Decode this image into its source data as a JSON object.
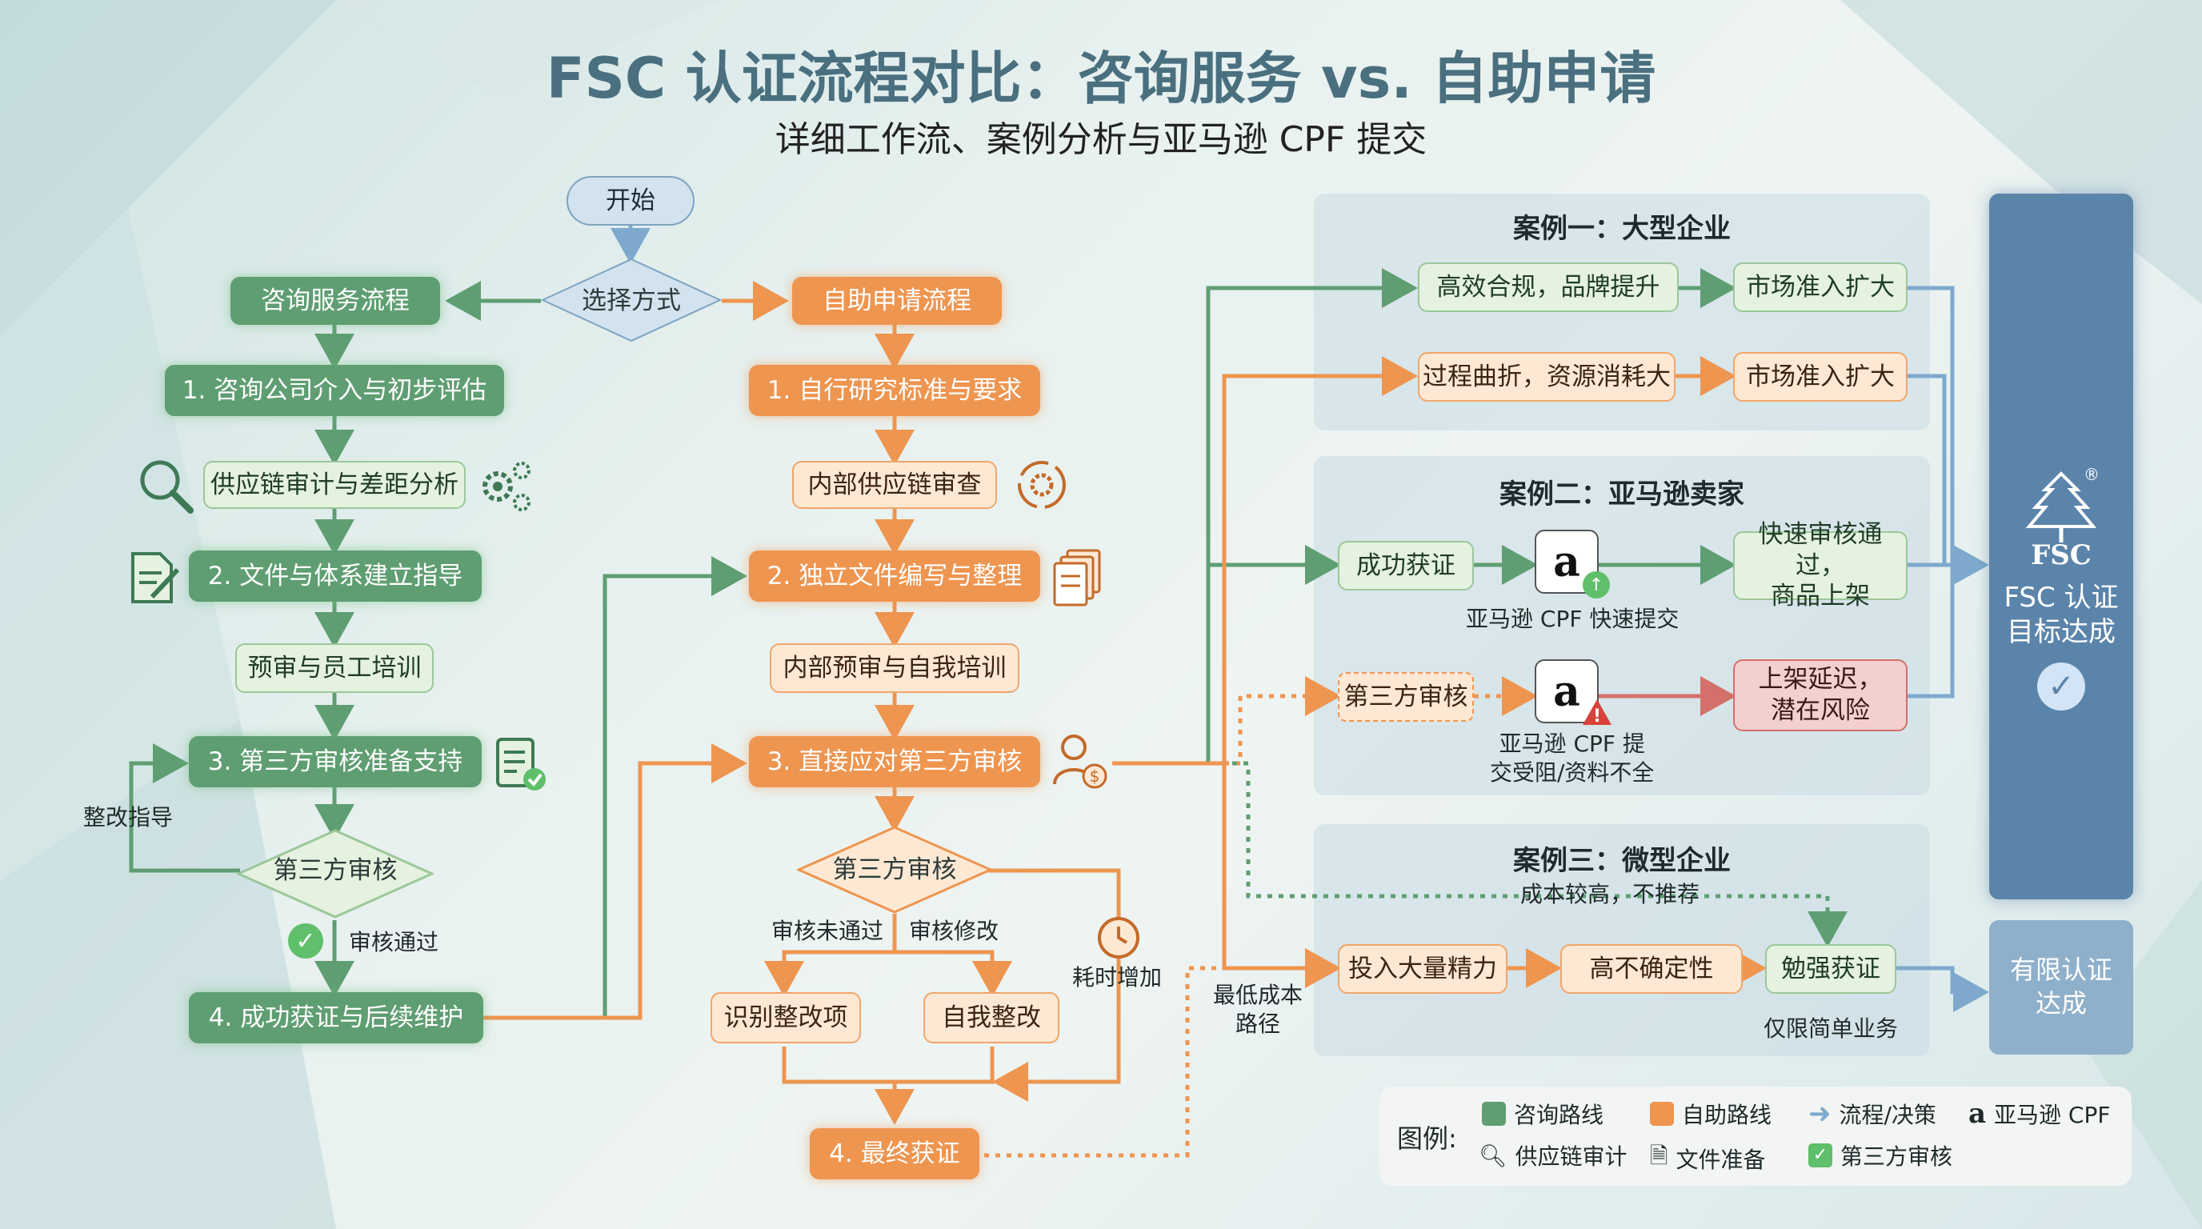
{
  "title": "FSC 认证流程对比：咨询服务 vs. 自助申请",
  "subtitle": "详细工作流、案例分析与亚马逊 CPF 提交",
  "start": "开始",
  "decision": "选择方式",
  "consult": {
    "header": "咨询服务流程",
    "step1": "1. 咨询公司介入与初步评估",
    "sub1": "供应链审计与差距分析",
    "step2": "2. 文件与体系建立指导",
    "sub2": "预审与员工培训",
    "step3": "3. 第三方审核准备支持",
    "audit": "第三方审核",
    "rework": "整改指导",
    "pass": "审核通过",
    "step4": "4. 成功获证与后续维护"
  },
  "self": {
    "header": "自助申请流程",
    "step1": "1. 自行研究标准与要求",
    "sub1": "内部供应链审查",
    "step2": "2. 独立文件编写与整理",
    "sub2": "内部预审与自我培训",
    "step3": "3. 直接应对第三方审核",
    "audit": "第三方审核",
    "fail": "审核未通过",
    "modify": "审核修改",
    "identify": "识别整改项",
    "selffix": "自我整改",
    "time": "耗时增加",
    "final": "4. 最终获证",
    "lowcost": "最低成本\n路径"
  },
  "case1": {
    "title": "案例一：大型企业",
    "a1": "高效合规，品牌提升",
    "a2": "市场准入扩大",
    "b1": "过程曲折，资源消耗大",
    "b2": "市场准入扩大"
  },
  "case2": {
    "title": "案例二：亚马逊卖家",
    "a1": "成功获证",
    "amz_a": "亚马逊 CPF 快速提交",
    "a2": "快速审核通过，\n商品上架",
    "b1": "第三方审核",
    "amz_b": "亚马逊 CPF 提\n交受阻/资料不全",
    "b2": "上架延迟，\n潜在风险",
    "amazon_glyph": "a"
  },
  "case3": {
    "title": "案例三：微型企业",
    "note": "成本较高，不推荐",
    "b1": "投入大量精力",
    "b2": "高不确定性",
    "b3": "勉强获证",
    "b3_note": "仅限简单业务"
  },
  "goal": {
    "logo": "FSC",
    "reg": "®",
    "main": "FSC 认证\n目标达成",
    "limited": "有限认证\n达成"
  },
  "legend": {
    "title": "图例:",
    "consult": "咨询路线",
    "self": "自助路线",
    "flow": "流程/决策",
    "amazon": "亚马逊 CPF",
    "supply": "供应链审计",
    "doc": "文件准备",
    "audit": "第三方审核"
  },
  "colors": {
    "green": "#5f9e72",
    "orange": "#ee9550",
    "blue": "#7ea9cd",
    "red": "#d4706a",
    "goal": "#5b84ab"
  }
}
